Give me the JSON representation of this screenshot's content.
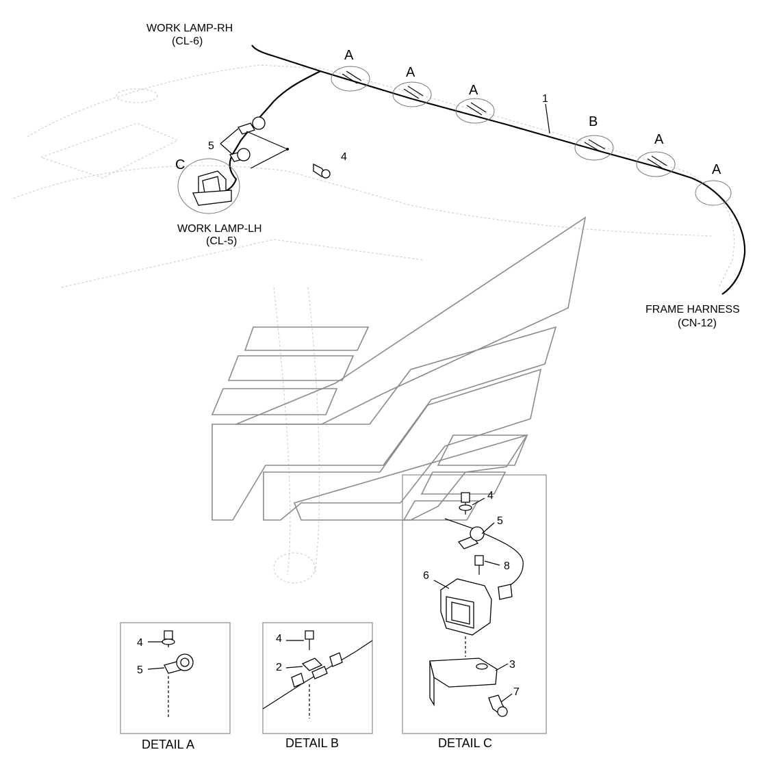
{
  "labels": {
    "work_lamp_rh": "WORK LAMP-RH",
    "work_lamp_rh_code": "(CL-6)",
    "work_lamp_lh": "WORK LAMP-LH",
    "work_lamp_lh_code": "(CL-5)",
    "frame_harness": "FRAME HARNESS",
    "frame_harness_code": "(CN-12)"
  },
  "harness_callouts": {
    "item_1": "1",
    "item_4": "4",
    "item_5": "5",
    "detail_c_marker": "C",
    "clip_markers": [
      "A",
      "A",
      "A",
      "B",
      "A",
      "A"
    ]
  },
  "details": {
    "a": {
      "caption": "DETAIL  A",
      "callouts": [
        "4",
        "5"
      ]
    },
    "b": {
      "caption": "DETAIL  B",
      "callouts": [
        "4",
        "2"
      ]
    },
    "c": {
      "caption": "DETAIL  C",
      "callouts": [
        "4",
        "5",
        "8",
        "6",
        "3",
        "7"
      ]
    }
  },
  "colors": {
    "line": "#000000",
    "ghost": "#cfcfcf",
    "chevron": "#8a8a8a"
  }
}
